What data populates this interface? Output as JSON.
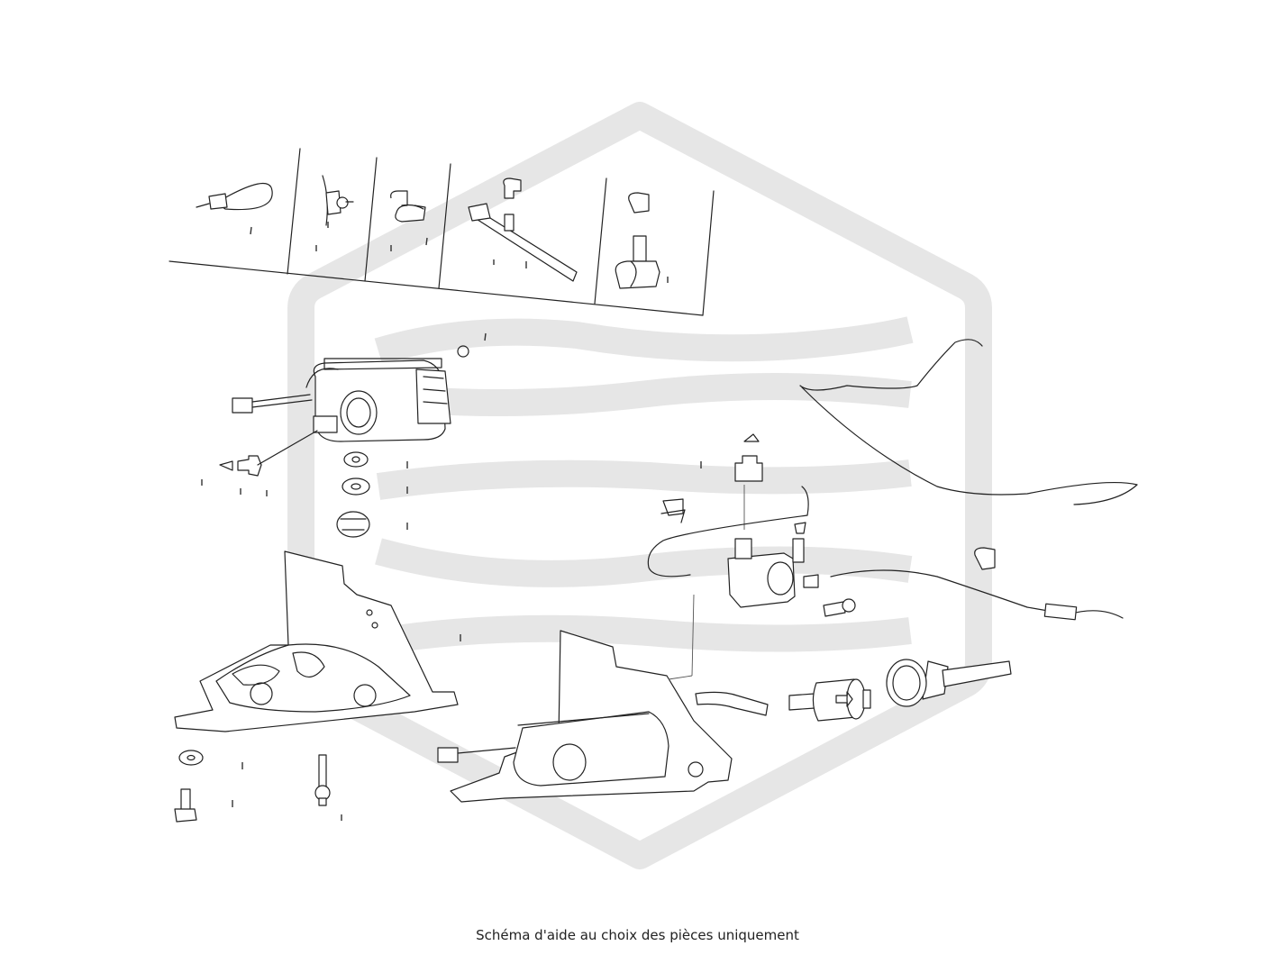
{
  "caption": "Schéma d'aide au choix des pièces uniquement",
  "watermark": {
    "name": "brand-logo-watermark",
    "color": "#e6e6e6"
  },
  "accent_color": "#222222",
  "parts": [
    "cable-tie-strap",
    "push-clip-fastener",
    "hose-clip-small",
    "cable-tie-with-clip",
    "pipe-clip-double",
    "air-compressor",
    "hose-clamp",
    "wiring-connector",
    "rubber-bung",
    "washer",
    "washer-large",
    "mounting-isolator",
    "mounting-bracket",
    "washer-small",
    "bolt",
    "stud-bolt",
    "compressor-assembly",
    "solenoid-valve",
    "valve-bung",
    "valve-cap",
    "pipe-clip",
    "air-line-loop",
    "air-line-long",
    "air-line-lower",
    "line-clip",
    "union-fitting",
    "intake-hose",
    "air-filter",
    "filter-housing"
  ]
}
